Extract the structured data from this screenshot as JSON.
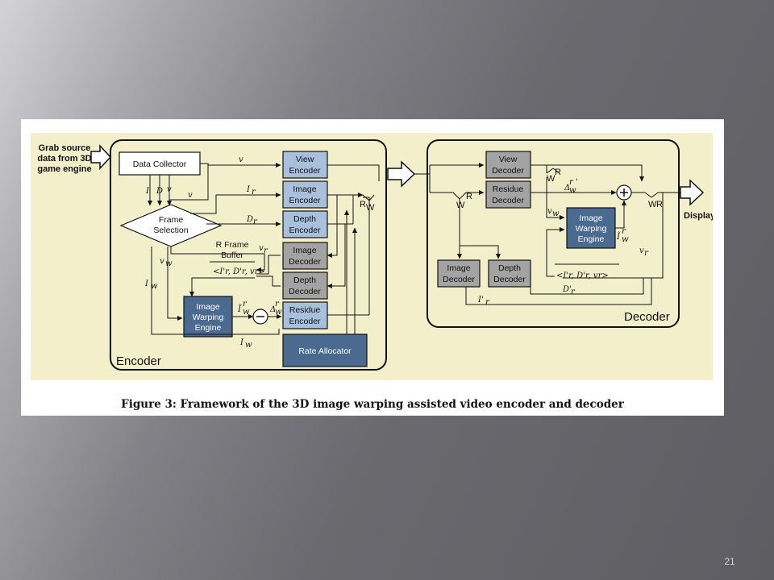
{
  "slide": {
    "number": "21"
  },
  "figure": {
    "caption": "Figure 3: Framework of the 3D image warping assisted video encoder and decoder",
    "colors": {
      "panel_bg": "#f4efcb",
      "blue_block": "#a8c0dc",
      "gray_block": "#a3a3a3",
      "dark_block": "#4b6a8f"
    },
    "source_label": [
      "Grab source",
      "data from 3D",
      "game engine"
    ],
    "display_label": "Display",
    "encoder": {
      "title": "Encoder",
      "data_collector": "Data Collector",
      "frame_selection": [
        "Frame",
        "Selection"
      ],
      "rframe_buffer": [
        "R Frame",
        "Buffer"
      ],
      "view_encoder": [
        "View",
        "Encoder"
      ],
      "image_encoder": [
        "Image",
        "Encoder"
      ],
      "depth_encoder": [
        "Depth",
        "Encoder"
      ],
      "image_decoder": [
        "Image",
        "Decoder"
      ],
      "depth_decoder": [
        "Depth",
        "Decoder"
      ],
      "residue_encoder": [
        "Residue",
        "Encoder"
      ],
      "warping_engine": [
        "Image",
        "Warping",
        "Engine"
      ],
      "rate_allocator": "Rate Allocator",
      "signals": {
        "I": "I",
        "D": "D",
        "v": "v",
        "v_top": "v",
        "v_mid": "v",
        "Ir": "I",
        "Ir_sub": "r",
        "Dr": "D",
        "Dr_sub": "r",
        "vr": "v",
        "vr_sub": "r",
        "vw": "v",
        "vw_sub": "w",
        "Iw": "I",
        "Iw_sub": "w",
        "Iw_bot": "I",
        "Iw_bot_sub": "w",
        "tuple": "<I'r, D'r, vr>",
        "Itilde": "Ĩ",
        "Itilde_sub": "w",
        "Itilde_sup": "r",
        "delta": "Δ",
        "delta_sub": "w",
        "delta_sup": "r"
      },
      "switch": {
        "r": "R",
        "w": "W"
      }
    },
    "decoder": {
      "title": "Decoder",
      "view_decoder": [
        "View",
        "Decoder"
      ],
      "residue_decoder": [
        "Residue",
        "Decoder"
      ],
      "image_decoder": [
        "Image",
        "Decoder"
      ],
      "depth_decoder": [
        "Depth",
        "Decoder"
      ],
      "warping_engine": [
        "Image",
        "Warping",
        "Engine"
      ],
      "signals": {
        "vw": "v",
        "vw_sub": "w",
        "vr": "v",
        "vr_sub": "r",
        "tuple": "<I'r, D'r, vr>",
        "Dr_prime": "D'",
        "Dr_prime_sub": "r",
        "Ir_prime": "I'",
        "Ir_prime_sub": "r",
        "Itilde": "Ĩ",
        "Itilde_sub": "w",
        "Itilde_sup": "r",
        "delta": "Δ",
        "delta_sub": "w",
        "delta_sup": "r '"
      },
      "switch": {
        "r": "R",
        "w": "W"
      }
    }
  }
}
